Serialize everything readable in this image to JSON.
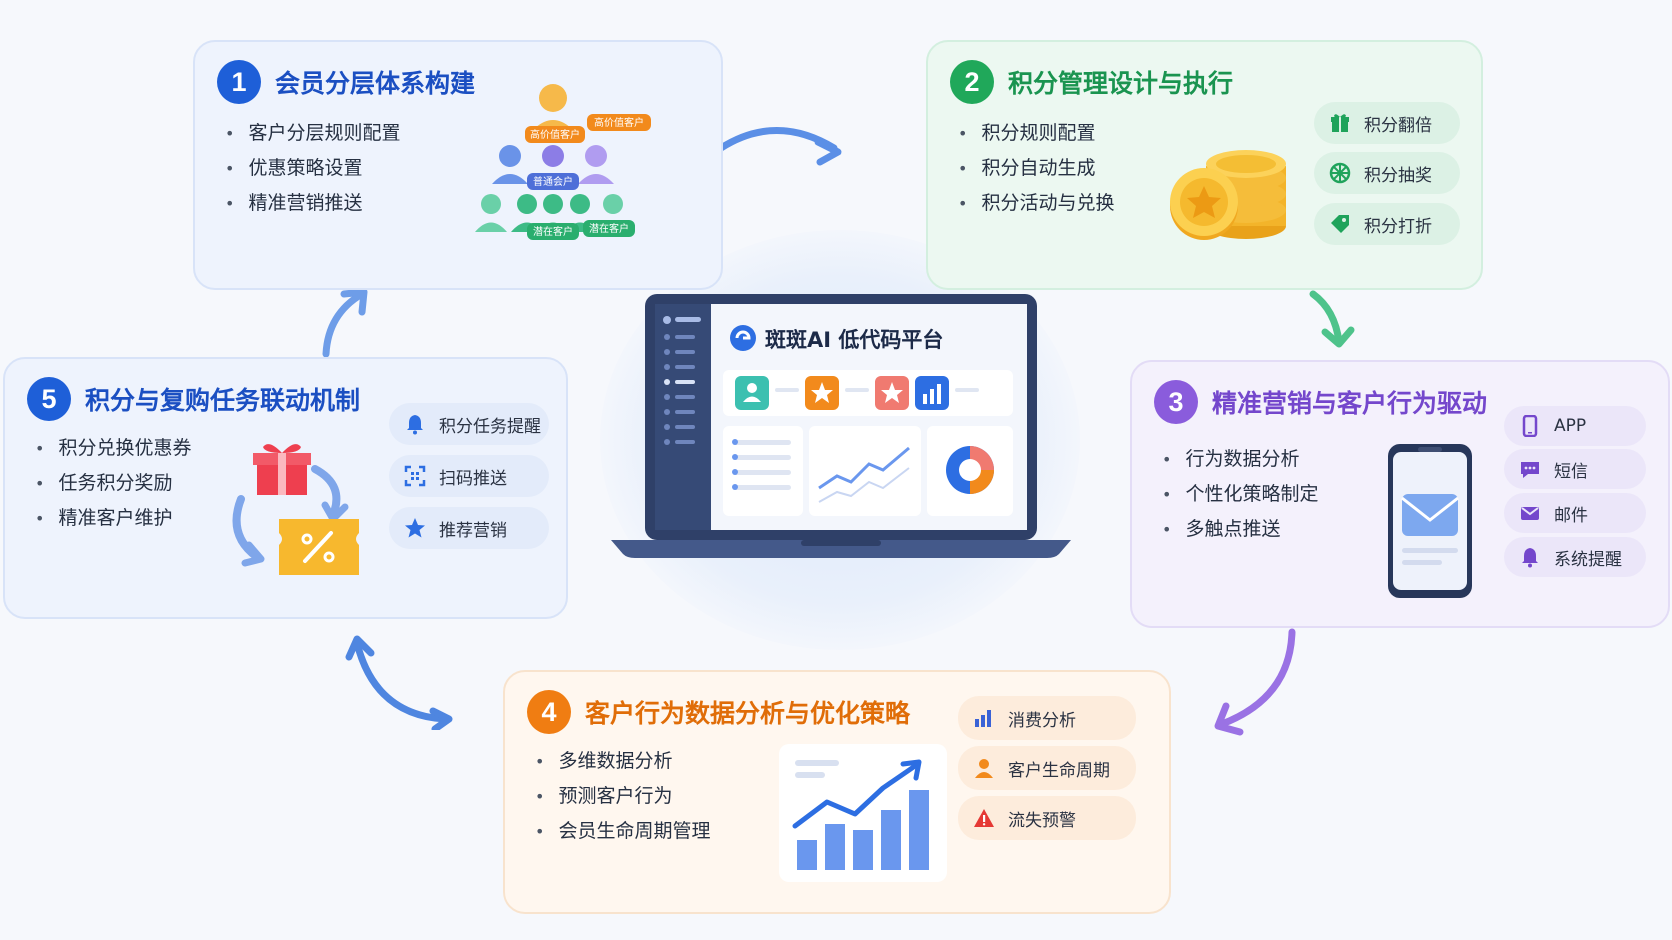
{
  "center": {
    "platform_title": "斑斑AI 低代码平台"
  },
  "cards": [
    {
      "number": "1",
      "title": "会员分层体系构建",
      "bullets": [
        "客户分层规则配置",
        "优惠策略设置",
        "精准营销推送"
      ],
      "pyramid_labels": [
        "高价值客户",
        "高价值客户",
        "普通会户",
        "潜在客户",
        "潜在客户"
      ],
      "color": "#1e5fd8"
    },
    {
      "number": "2",
      "title": "积分管理设计与执行",
      "bullets": [
        "积分规则配置",
        "积分自动生成",
        "积分活动与兑换"
      ],
      "pills": [
        {
          "label": "积分翻倍",
          "icon": "gift-icon"
        },
        {
          "label": "积分抽奖",
          "icon": "lottery-wheel-icon"
        },
        {
          "label": "积分打折",
          "icon": "tag-icon"
        }
      ],
      "color": "#20a85a"
    },
    {
      "number": "3",
      "title": "精准营销与客户行为驱动",
      "bullets": [
        "行为数据分析",
        "个性化策略制定",
        "多触点推送"
      ],
      "pills": [
        {
          "label": "APP",
          "icon": "phone-icon"
        },
        {
          "label": "短信",
          "icon": "chat-icon"
        },
        {
          "label": "邮件",
          "icon": "mail-icon"
        },
        {
          "label": "系统提醒",
          "icon": "bell-icon"
        }
      ],
      "color": "#8a5cdc"
    },
    {
      "number": "4",
      "title": "客户行为数据分析与优化策略",
      "bullets": [
        "多维数据分析",
        "预测客户行为",
        "会员生命周期管理"
      ],
      "pills": [
        {
          "label": "消费分析",
          "icon": "bar-chart-icon"
        },
        {
          "label": "客户生命周期",
          "icon": "user-icon"
        },
        {
          "label": "流失预警",
          "icon": "warning-icon"
        }
      ],
      "color": "#f07d12"
    },
    {
      "number": "5",
      "title": "积分与复购任务联动机制",
      "bullets": [
        "积分兑换优惠券",
        "任务积分奖励",
        "精准客户维护"
      ],
      "pills": [
        {
          "label": "积分任务提醒",
          "icon": "bell-icon"
        },
        {
          "label": "扫码推送",
          "icon": "qr-scan-icon"
        },
        {
          "label": "推荐营销",
          "icon": "star-icon"
        }
      ],
      "color": "#1e5fd8"
    }
  ]
}
